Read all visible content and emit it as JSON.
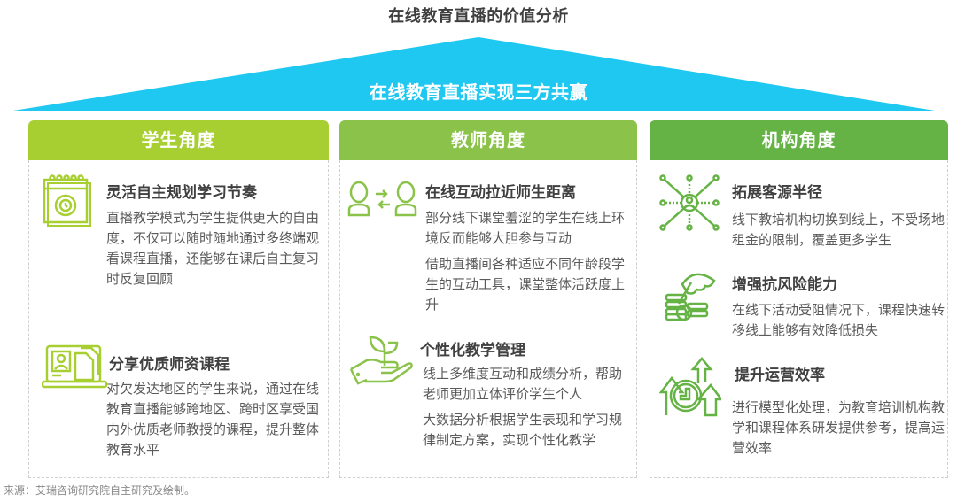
{
  "title": "在线教育直播的价值分析",
  "banner": {
    "label": "在线教育直播实现三方共赢",
    "color": "#1fc8f0"
  },
  "columns": [
    {
      "header": "学生角度",
      "color": "#a8cf32",
      "items": [
        {
          "icon": "calendar-clock-icon",
          "title": "灵活自主规划学习节奏",
          "paragraphs": [
            "直播教学模式为学生提供更大的自由度，不仅可以随时随地通过多终端观看课程直播，还能够在课后自主复习时反复回顾"
          ]
        },
        {
          "icon": "laptop-documents-icon",
          "title": "分享优质师资课程",
          "paragraphs": [
            "对欠发达地区的学生来说，通过在线教育直播能够跨地区、跨时区享受国内外优质老师教授的课程，提升整体教育水平"
          ]
        }
      ]
    },
    {
      "header": "教师角度",
      "color": "#8bc34a",
      "items": [
        {
          "icon": "people-exchange-icon",
          "title": "在线互动拉近师生距离",
          "paragraphs": [
            "部分线下课堂羞涩的学生在线上环境反而能够大胆参与互动",
            "借助直播间各种适应不同年龄段学生的互动工具，课堂整体活跃度上升"
          ]
        },
        {
          "icon": "hand-sprout-icon",
          "title": "个性化教学管理",
          "paragraphs": [
            "线上多维度互动和成绩分析，帮助老师更加立体评价学生个人",
            "大数据分析根据学生表现和学习规律制定方案，实现个性化教学"
          ]
        }
      ]
    },
    {
      "header": "机构角度",
      "color": "#65b345",
      "items": [
        {
          "icon": "network-user-icon",
          "title": "拓展客源半径",
          "paragraphs": [
            "线下教培机构切换到线上，不受场地租金的限制，覆盖更多学生"
          ]
        },
        {
          "icon": "umbrella-coins-icon",
          "title": "增强抗风险能力",
          "paragraphs": [
            "在线下活动受阻情况下，课程快速转移线上能够有效降低损失"
          ]
        },
        {
          "icon": "clock-growth-arrows-icon",
          "title": "提升运营效率",
          "paragraphs": [
            "进行模型化处理，为教育培训机构教学和课程体系研发提供参考，提高运营效率"
          ]
        }
      ]
    }
  ],
  "source": "来源：艾瑞咨询研究院自主研究及绘制。"
}
